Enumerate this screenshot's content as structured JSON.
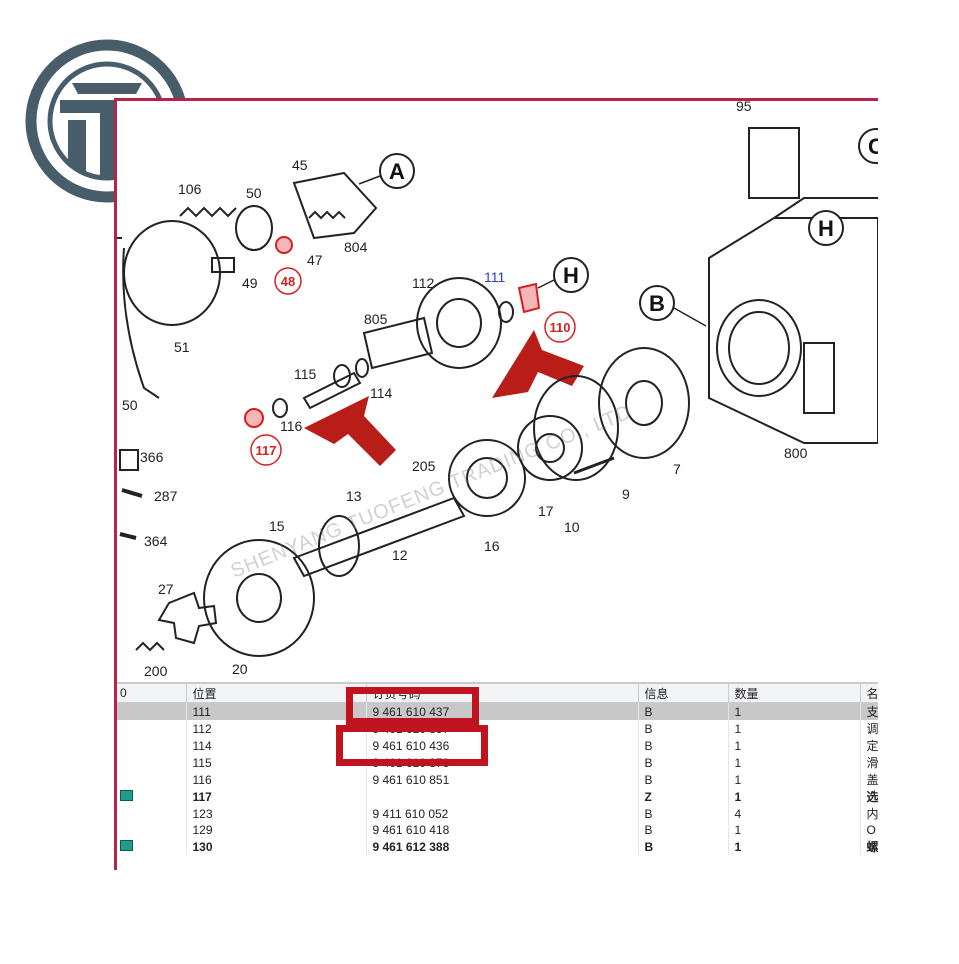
{
  "logo": {
    "name": "company-logo",
    "color": "#475d6a"
  },
  "diagram": {
    "watermark": "SHENYANG TUOFENG TRADING CO., LTD",
    "callouts": [
      "A",
      "B",
      "H",
      "H",
      "C"
    ],
    "part_labels": [
      "95",
      "45",
      "106",
      "50",
      "804",
      "49",
      "47",
      "112",
      "805",
      "111",
      "51",
      "115",
      "114",
      "50",
      "116",
      "366",
      "287",
      "205",
      "13",
      "364",
      "15",
      "12",
      "16",
      "17",
      "10",
      "9",
      "7",
      "800",
      "27",
      "200",
      "20"
    ],
    "red_labels": [
      "48",
      "110",
      "117"
    ]
  },
  "table": {
    "columns": [
      "0",
      "位置",
      "订货号码",
      "信息",
      "数量",
      "名"
    ],
    "rows": [
      {
        "icon": false,
        "pos": "111",
        "order": "9 461 610 437",
        "info": "B",
        "qty": "1",
        "name": "支",
        "selected": true,
        "bold": false
      },
      {
        "icon": false,
        "pos": "112",
        "order": "9 461 610 357",
        "info": "B",
        "qty": "1",
        "name": "调",
        "selected": false,
        "bold": false
      },
      {
        "icon": false,
        "pos": "114",
        "order": "9 461 610 436",
        "info": "B",
        "qty": "1",
        "name": "定",
        "selected": false,
        "bold": false
      },
      {
        "icon": false,
        "pos": "115",
        "order": "9 461 610 378",
        "info": "B",
        "qty": "1",
        "name": "滑",
        "selected": false,
        "bold": false
      },
      {
        "icon": false,
        "pos": "116",
        "order": "9 461 610 851",
        "info": "B",
        "qty": "1",
        "name": "盖",
        "selected": false,
        "bold": false
      },
      {
        "icon": true,
        "pos": "117",
        "order": "",
        "info": "Z",
        "qty": "1",
        "name": "选",
        "selected": false,
        "bold": true
      },
      {
        "icon": false,
        "pos": "123",
        "order": "9 411 610 052",
        "info": "B",
        "qty": "4",
        "name": "内",
        "selected": false,
        "bold": false
      },
      {
        "icon": false,
        "pos": "129",
        "order": "9 461 610 418",
        "info": "B",
        "qty": "1",
        "name": "O",
        "selected": false,
        "bold": false
      },
      {
        "icon": true,
        "pos": "130",
        "order": "9 461 612 388",
        "info": "B",
        "qty": "1",
        "name": "螺",
        "selected": false,
        "bold": true
      }
    ]
  },
  "colors": {
    "highlight_red": "#c1121f",
    "frame_accent": "#b8234a",
    "selected_row": "#c8c8c8"
  }
}
